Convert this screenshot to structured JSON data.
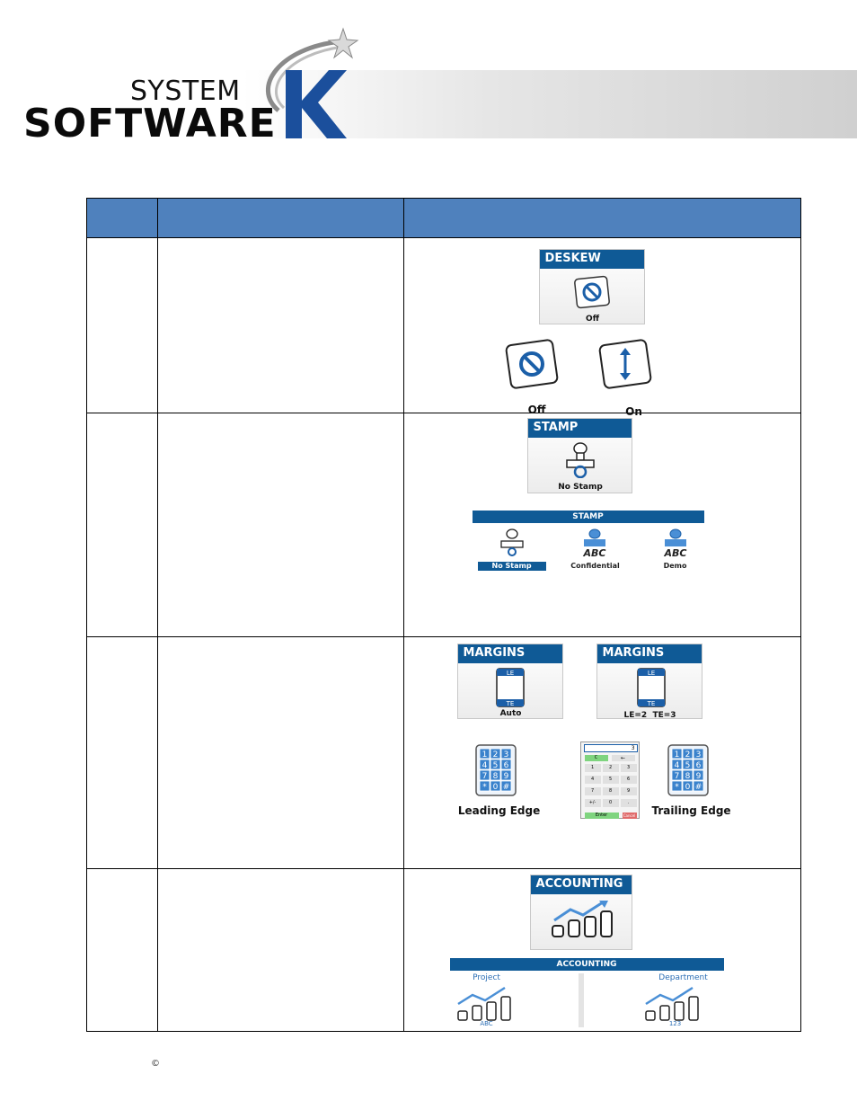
{
  "logo": {
    "system": "SYSTEM",
    "software": "SOFTWARE",
    "k": "K"
  },
  "rows": [
    {
      "name": "deskew",
      "tile_title": "DESKEW",
      "tile_label": "Off",
      "options": [
        "Off",
        "On"
      ]
    },
    {
      "name": "stamp",
      "tile_title": "STAMP",
      "tile_label": "No Stamp",
      "bar_title": "STAMP",
      "options": [
        "No Stamp",
        "Confidential",
        "Demo"
      ],
      "glyphs": [
        "ABC",
        "ABC"
      ]
    },
    {
      "name": "margins",
      "tiles": [
        {
          "title": "MARGINS",
          "label": "Auto"
        },
        {
          "title": "MARGINS",
          "label": "LE=2  TE=3"
        }
      ],
      "icon_tags": [
        "LE",
        "TE"
      ],
      "keypad_labels": [
        "Leading Edge",
        "Trailing Edge"
      ],
      "keypad_digits": [
        "1",
        "2",
        "3",
        "4",
        "5",
        "6",
        "7",
        "8",
        "9",
        "*",
        "0",
        "#"
      ],
      "calc": {
        "display": "3",
        "clear": "C",
        "back": "←",
        "keys": [
          "1",
          "2",
          "3",
          "4",
          "5",
          "6",
          "7",
          "8",
          "9",
          "+/-",
          "0",
          "."
        ],
        "enter": "Enter",
        "cancel": "Cancel"
      }
    },
    {
      "name": "accounting",
      "tile_title": "ACCOUNTING",
      "bar_title": "ACCOUNTING",
      "options": [
        {
          "title": "Project",
          "value": "ABC"
        },
        {
          "title": "Department",
          "value": "123"
        }
      ]
    }
  ],
  "footer": {
    "copyright": "©"
  },
  "colors": {
    "header_blue": "#4f81bd",
    "tile_blue": "#0f5a96",
    "accent_blue": "#2d6fb5"
  }
}
